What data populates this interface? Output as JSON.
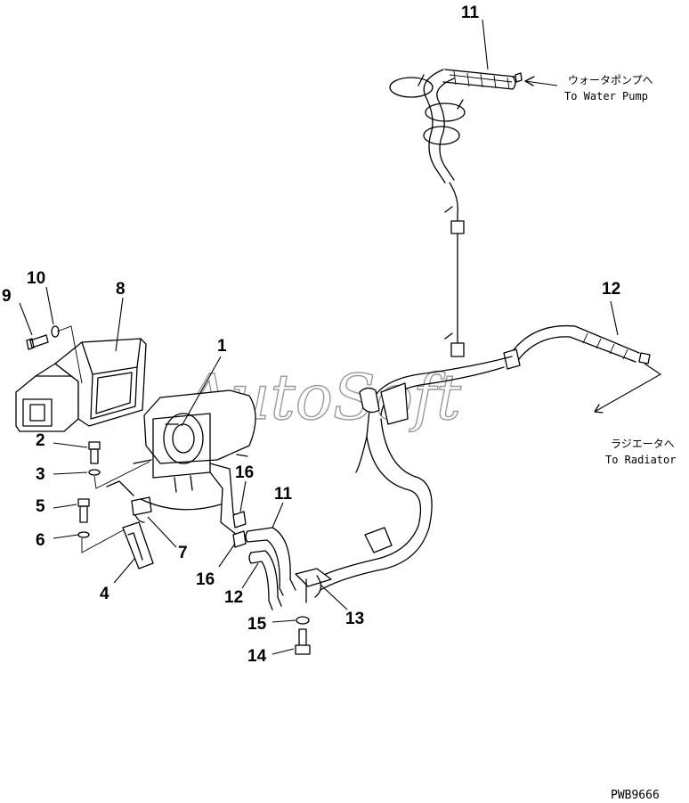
{
  "callouts": {
    "c1": "1",
    "c2": "2",
    "c3": "3",
    "c4": "4",
    "c5": "5",
    "c6": "6",
    "c7": "7",
    "c8": "8",
    "c9": "9",
    "c10": "10",
    "c11_top": "11",
    "c11_mid": "11",
    "c12_right": "12",
    "c12_mid": "12",
    "c13": "13",
    "c14": "14",
    "c15": "15",
    "c16_upper": "16",
    "c16_lower": "16"
  },
  "annotations": {
    "water_pump_jp": "ウォータポンプへ",
    "water_pump_en": "To Water Pump",
    "radiator_jp": "ラジエータへ",
    "radiator_en": "To Radiator"
  },
  "watermark": "AutoSoft",
  "drawing_code": "PWB9666"
}
